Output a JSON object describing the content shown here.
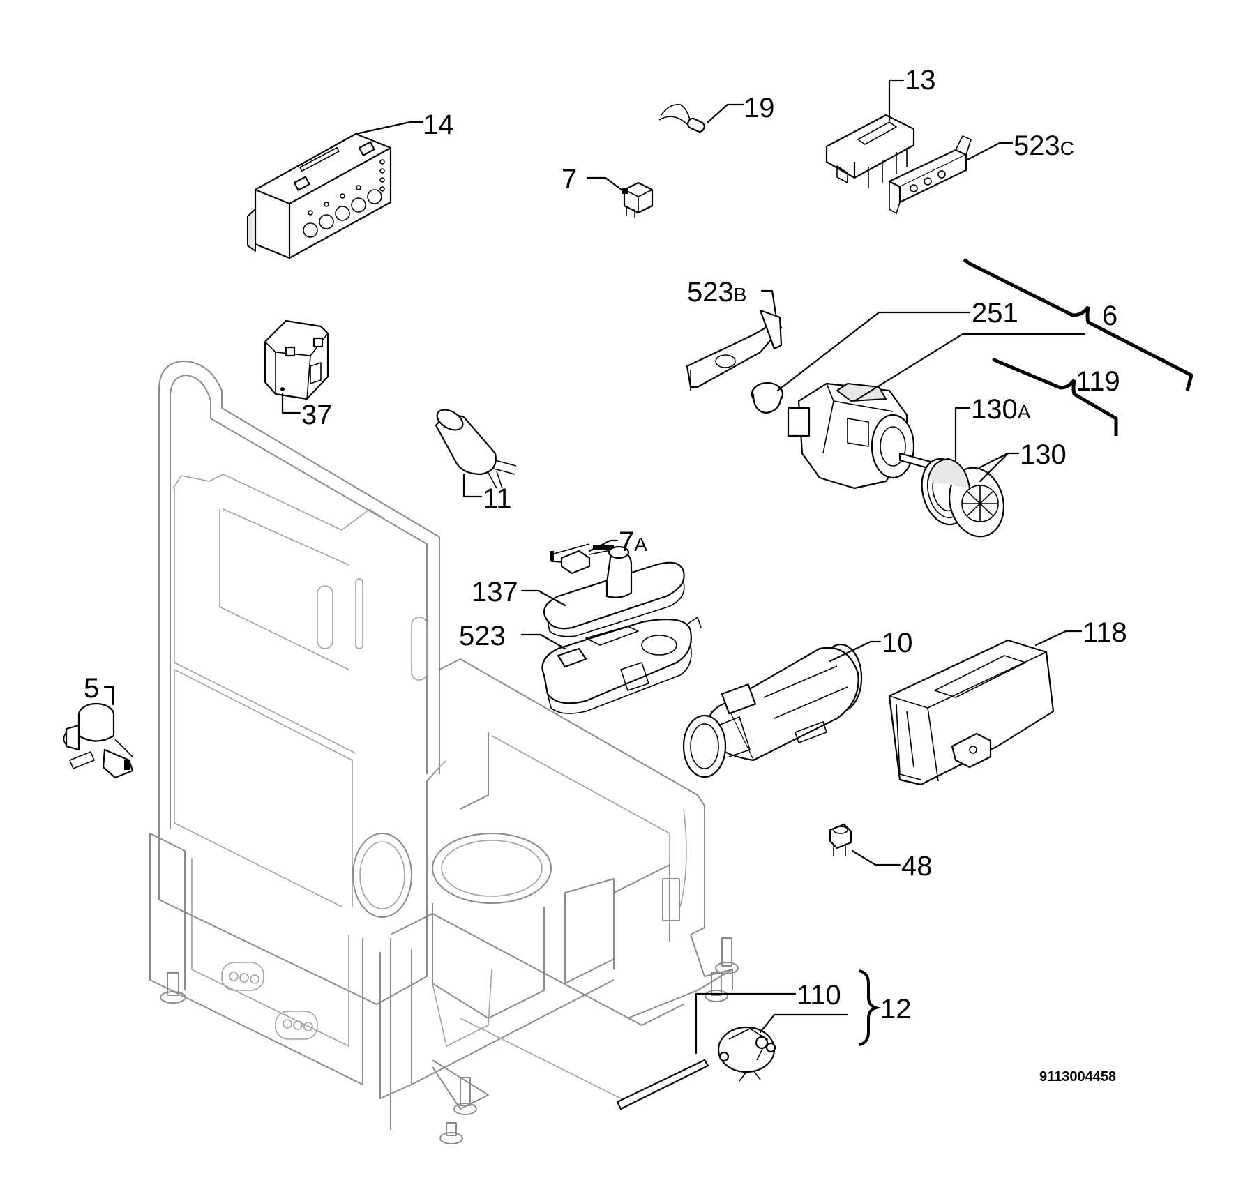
{
  "drawing_code": "9113004458",
  "labels": {
    "l14": "14",
    "l19": "19",
    "l13": "13",
    "l523c_num": "523",
    "l523c_suf": "C",
    "l7": "7",
    "l523b_num": "523",
    "l523b_suf": "B",
    "l251": "251",
    "l6": "6",
    "l119": "119",
    "l130a_num": "130",
    "l130a_suf": "A",
    "l130": "130",
    "l37": "37",
    "l11": "11",
    "l7a_num": "7",
    "l7a_suf": "A",
    "l137": "137",
    "l523": "523",
    "l10": "10",
    "l118": "118",
    "l5": "5",
    "l48": "48",
    "l110": "110",
    "l12": "12"
  }
}
